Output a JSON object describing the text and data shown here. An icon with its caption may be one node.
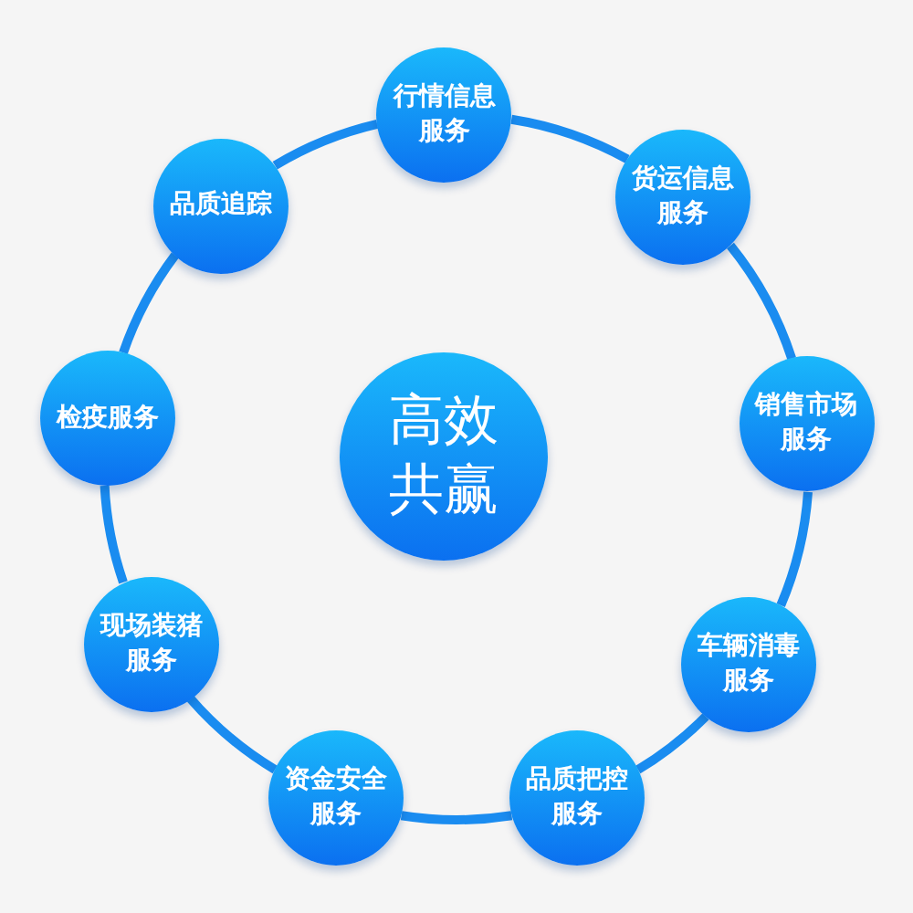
{
  "diagram": {
    "nodes": [
      {
        "text": [
          "行情信息服务"
        ]
      },
      {
        "text": [
          "货运信息服务"
        ]
      },
      {
        "text": [
          "销售市场服务"
        ]
      },
      {
        "text": [
          "车辆消毒服务"
        ]
      },
      {
        "text": [
          "品质把控服务"
        ]
      },
      {
        "text": [
          "资金安全服务"
        ]
      },
      {
        "text": [
          "现场装猪服务"
        ]
      },
      {
        "text": [
          "检疫服务"
        ]
      },
      {
        "text": [
          "品质追踪"
        ]
      },
      {
        "text": [
          "高效共赢"
        ]
      }
    ],
    "edges": [
      {
        "from": 0,
        "to": 1,
        "arrow": "none"
      },
      {
        "from": 1,
        "to": 2,
        "arrow": "none"
      },
      {
        "from": 2,
        "to": 3,
        "arrow": "none"
      },
      {
        "from": 3,
        "to": 4,
        "arrow": "none"
      },
      {
        "from": 4,
        "to": 5,
        "arrow": "none"
      },
      {
        "from": 5,
        "to": 6,
        "arrow": "none"
      },
      {
        "from": 6,
        "to": 7,
        "arrow": "none"
      },
      {
        "from": 7,
        "to": 8,
        "arrow": "none"
      },
      {
        "from": 8,
        "to": 0,
        "arrow": "none"
      }
    ]
  }
}
